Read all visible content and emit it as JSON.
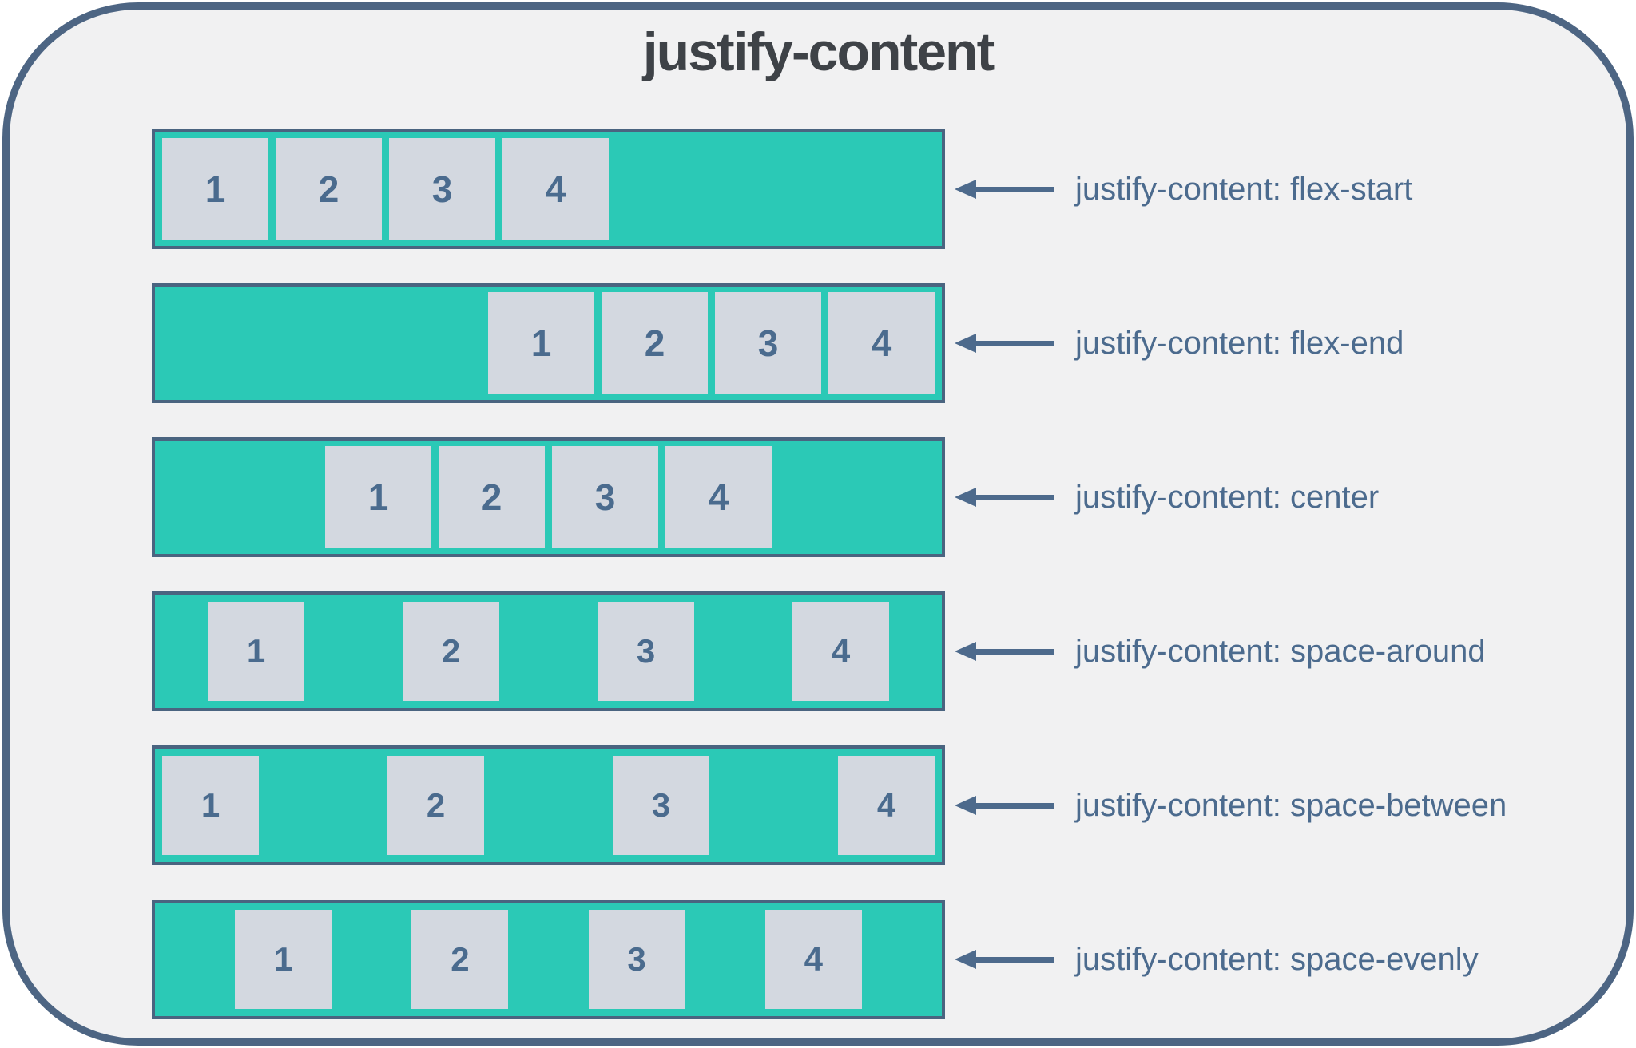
{
  "title": "justify-content",
  "colors": {
    "panel_background": "#f1f1f2",
    "panel_border": "#4d6583",
    "container_fill": "#2bc9b6",
    "container_border": "#4a6480",
    "item_fill": "#d3d8e0",
    "item_number_text": "#4a6b8e",
    "label_text": "#4c6b8e",
    "arrow": "#4d6a8c",
    "title_text": "#3e4247"
  },
  "rows": [
    {
      "property_value": "flex-start",
      "label": "justify-content: flex-start",
      "items": [
        "1",
        "2",
        "3",
        "4"
      ]
    },
    {
      "property_value": "flex-end",
      "label": "justify-content: flex-end",
      "items": [
        "1",
        "2",
        "3",
        "4"
      ]
    },
    {
      "property_value": "center",
      "label": "justify-content: center",
      "items": [
        "1",
        "2",
        "3",
        "4"
      ]
    },
    {
      "property_value": "space-around",
      "label": "justify-content: space-around",
      "items": [
        "1",
        "2",
        "3",
        "4"
      ]
    },
    {
      "property_value": "space-between",
      "label": "justify-content: space-between",
      "items": [
        "1",
        "2",
        "3",
        "4"
      ]
    },
    {
      "property_value": "space-evenly",
      "label": "justify-content: space-evenly",
      "items": [
        "1",
        "2",
        "3",
        "4"
      ]
    }
  ]
}
